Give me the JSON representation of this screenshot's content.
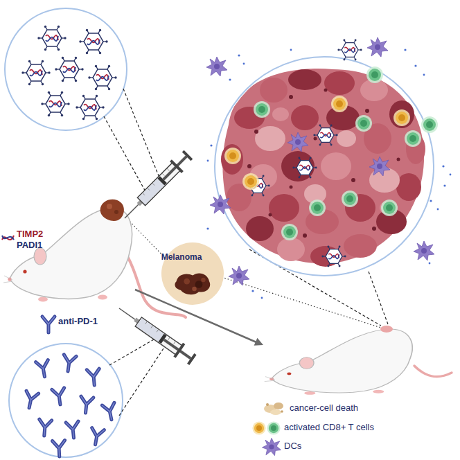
{
  "diagram": {
    "nodes": [
      {
        "text": [
          "Melanoma"
        ]
      }
    ],
    "labels": [
      "TIMP2",
      "PADI1",
      "anti-PD-1"
    ],
    "legend": [
      {
        "text": "cancer-cell death"
      },
      {
        "text": "activated CD8+ T cells"
      },
      {
        "text": "DCs"
      }
    ]
  }
}
